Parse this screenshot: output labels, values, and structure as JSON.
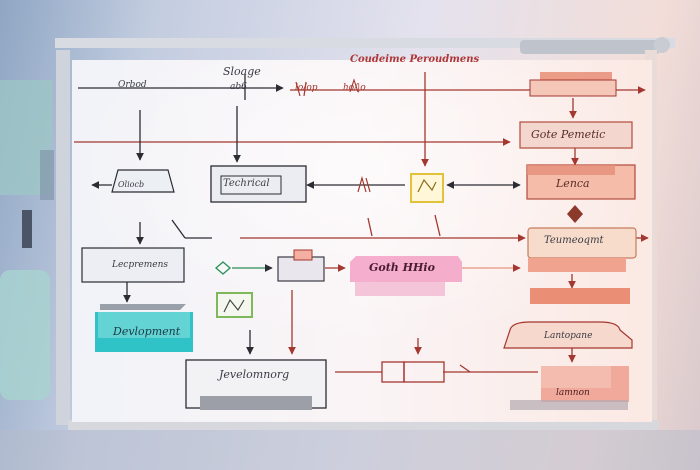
{
  "board": {
    "header_label": "Coudeime Peroudmens",
    "header_color": "#b03535"
  },
  "labels": {
    "orbod": "Orbod",
    "sloage": "Sloage",
    "ab6": "ab6",
    "loup": "lo/op",
    "hoio": "ho/|o",
    "oliocb": "Oliocb",
    "techrical": "Techrical",
    "gote_pemetic": "Gote Pemetic",
    "lenca": "Lenca",
    "teumeoqmt": "Teumeoqmt",
    "lecpremens": "Lecpremens",
    "goth_hhio": "Goth HHio",
    "development": "Devlopment",
    "jevelomnorg": "Jevelomnorg",
    "lantopane": "Lantopane",
    "lamnon": "lamnon"
  },
  "colors": {
    "ink": "#2c2c34",
    "red_ink": "#a4372f",
    "salmon": "#e9937d",
    "teal": "#2fc3c8",
    "pink": "#f1a1c6",
    "yellow": "#e2c23a"
  }
}
